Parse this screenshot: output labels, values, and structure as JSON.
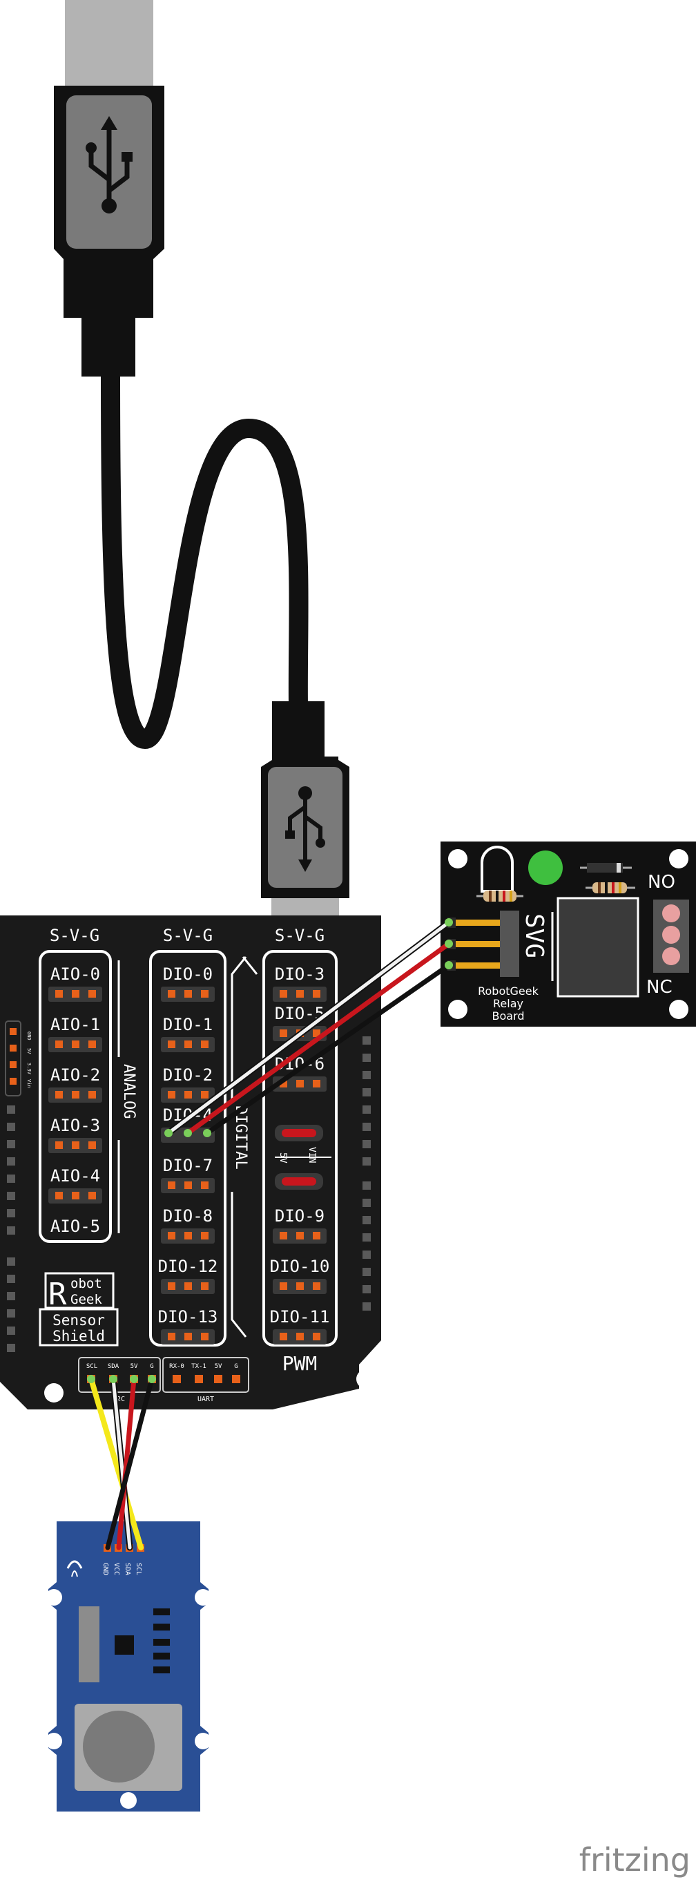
{
  "colors": {
    "board": "#1a1a1a",
    "pin_orange": "#e8611a",
    "usb_grey": "#7a7a7a",
    "module_blue": "#2a4f95",
    "relay_body": "#3a3a3a",
    "led_green": "#3fbf3f",
    "wire_white": "#f2f2f2",
    "wire_red": "#c8161d",
    "wire_black": "#111111",
    "wire_yellow": "#f4e81b"
  },
  "icons": [
    "usb-symbol-icon",
    "fritzing-logo-icon"
  ],
  "shield": {
    "col_headers": [
      "S-V-G",
      "S-V-G",
      "S-V-G"
    ],
    "analog_pins": [
      "AIO-0",
      "AIO-1",
      "AIO-2",
      "AIO-3",
      "AIO-4",
      "AIO-5"
    ],
    "digital_pins_left": [
      "DIO-0",
      "DIO-1",
      "DIO-2",
      "DIO-4",
      "DIO-7",
      "DIO-8",
      "DIO-12",
      "DIO-13"
    ],
    "digital_pins_right": [
      "DIO-3",
      "DIO-5",
      "DIO-6",
      "DIO-9",
      "DIO-10",
      "DIO-11"
    ],
    "side_label_analog": "ANALOG",
    "side_label_digital": "DIGITAL",
    "pwm_label": "PWM",
    "jumper_labels": [
      "VIN",
      "5V"
    ],
    "power_header": [
      "GND",
      "5V",
      "3.3V",
      "Vin"
    ],
    "logo_line1": "obot",
    "logo_line2": "Geek",
    "logo_R": "R",
    "logo_line3": "Sensor",
    "logo_line4": "Shield",
    "i2c_labels": [
      "SCL",
      "SDA",
      "5V",
      "G"
    ],
    "i2c_title": "I2C",
    "uart_labels": [
      "RX-0",
      "TX-1",
      "5V",
      "G"
    ],
    "uart_title": "UART"
  },
  "relay": {
    "label_svg": "SVG",
    "label_no": "NO",
    "label_nc": "NC",
    "title_line1": "RobotGeek",
    "title_line2": "Relay",
    "title_line3": "Board"
  },
  "module": {
    "pin_labels": [
      "GND",
      "VCC",
      "SDA",
      "SCL"
    ]
  },
  "footer": {
    "brand": "fritzing"
  }
}
